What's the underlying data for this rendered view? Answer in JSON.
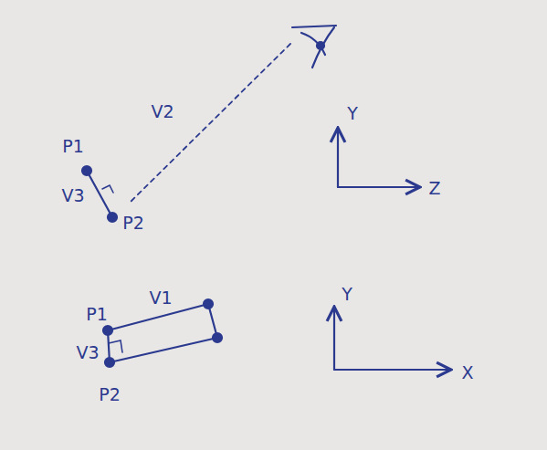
{
  "diagram": {
    "labels": [
      "Y",
      "V2",
      "P1",
      "Z",
      "V3",
      "P2",
      "Y",
      "V1",
      "P1",
      "V3",
      "X",
      "P2"
    ]
  }
}
